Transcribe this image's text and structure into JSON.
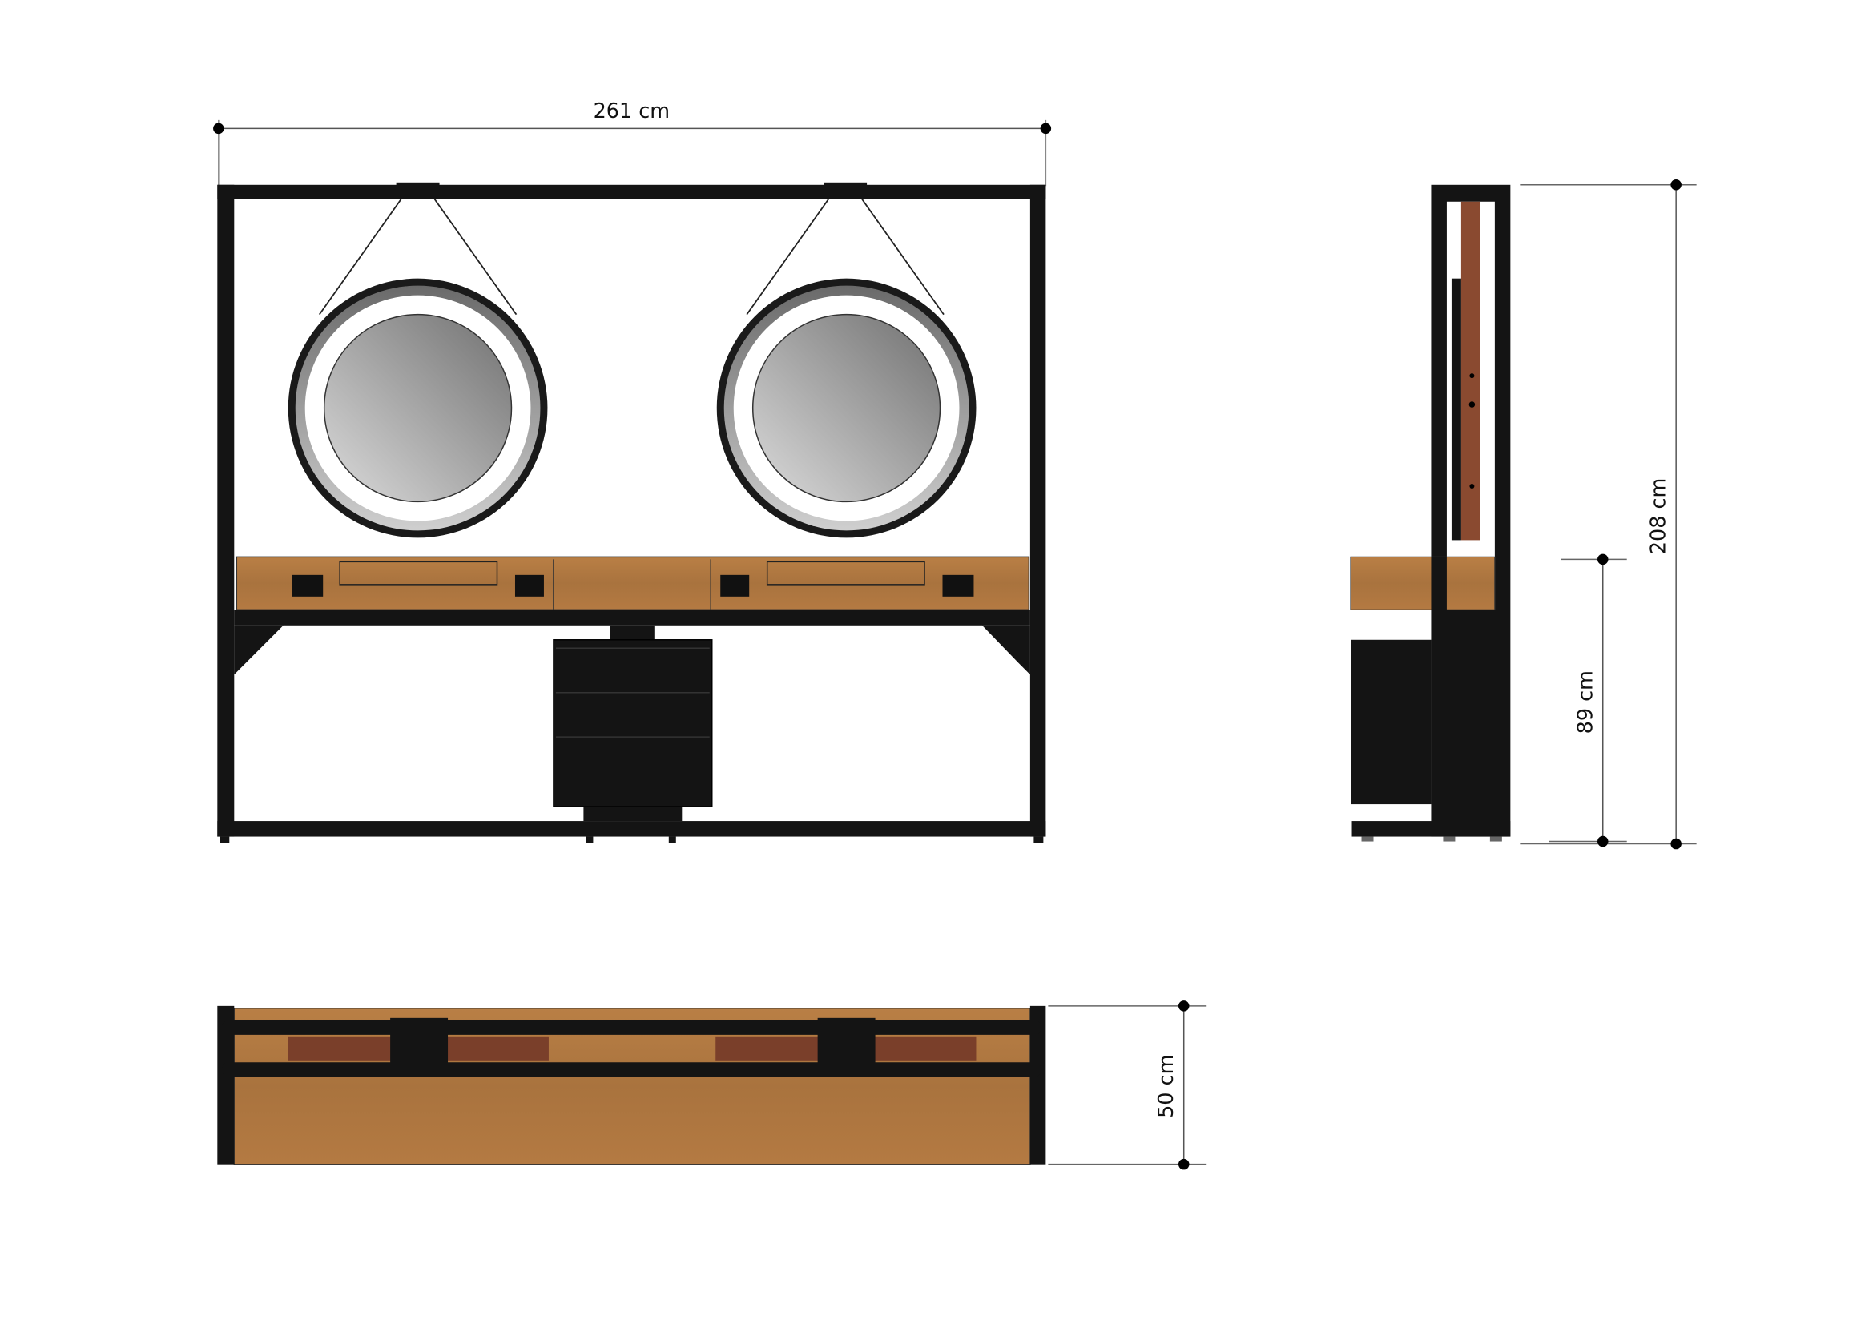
{
  "dimensions": {
    "width_label": "261 cm",
    "height_label": "208 cm",
    "desk_height_label": "89 cm",
    "depth_label": "50 cm"
  },
  "colors": {
    "frame": "#141414",
    "wood": "#b27a42",
    "wood_dark": "#8a4a30",
    "mirror_light": "#d8d8d8",
    "mirror_dark": "#7a7a7a",
    "dimension_line": "#555555"
  }
}
